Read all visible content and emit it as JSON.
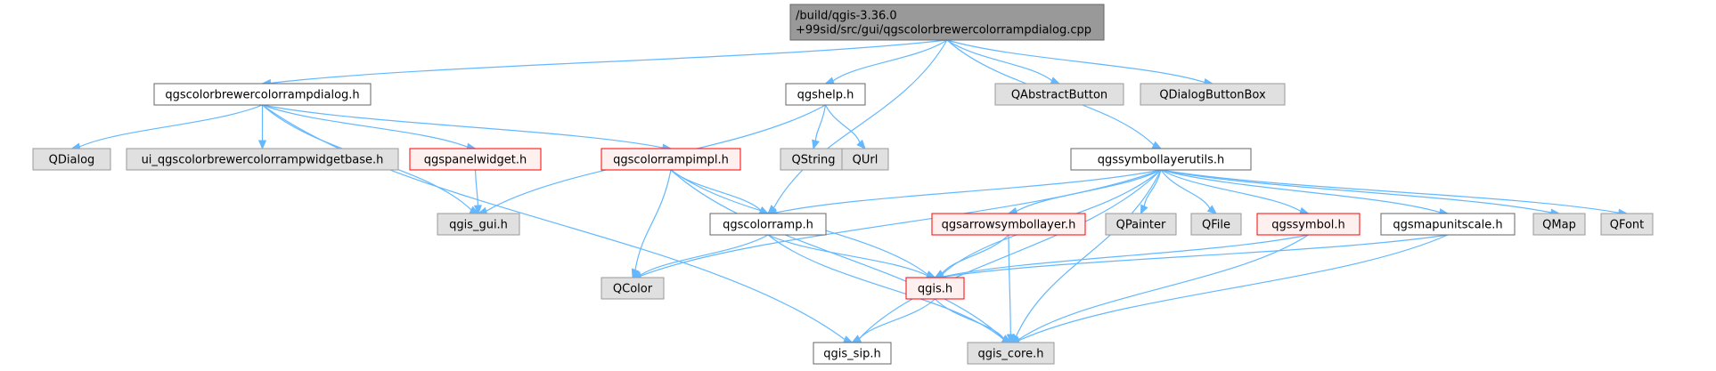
{
  "graph": {
    "colors": {
      "edge": "#63b8ff",
      "root_fill": "#999999",
      "root_border": "#666666",
      "local_fill": "#ffffff",
      "local_border": "#666666",
      "external_fill": "#e0e0e0",
      "external_border": "#999999",
      "truncated_fill": "#fff0f0",
      "truncated_border": "#ff0000"
    },
    "nodes": {
      "root": {
        "lines": [
          "/build/qgis-3.36.0",
          "+99sid/src/gui/qgscolorbrewercolorrampdialog.cpp"
        ],
        "kind": "root"
      },
      "dialog_h": {
        "lines": [
          "qgscolorbrewercolorrampdialog.h"
        ],
        "kind": "local"
      },
      "qgshelp": {
        "lines": [
          "qgshelp.h"
        ],
        "kind": "local"
      },
      "qabstractbutton": {
        "lines": [
          "QAbstractButton"
        ],
        "kind": "external"
      },
      "qdialogbuttonbox": {
        "lines": [
          "QDialogButtonBox"
        ],
        "kind": "external"
      },
      "symlayerutils": {
        "lines": [
          "qgssymbollayerutils.h"
        ],
        "kind": "local"
      },
      "qdialog": {
        "lines": [
          "QDialog"
        ],
        "kind": "external"
      },
      "ui_widgetbase": {
        "lines": [
          "ui_qgscolorbrewercolorrampwidgetbase.h"
        ],
        "kind": "external"
      },
      "panelwidget": {
        "lines": [
          "qgspanelwidget.h"
        ],
        "kind": "truncated"
      },
      "colorrampimpl": {
        "lines": [
          "qgscolorrampimpl.h"
        ],
        "kind": "truncated"
      },
      "qstring": {
        "lines": [
          "QString"
        ],
        "kind": "external"
      },
      "qurl": {
        "lines": [
          "QUrl"
        ],
        "kind": "external"
      },
      "qgis_gui": {
        "lines": [
          "qgis_gui.h"
        ],
        "kind": "external"
      },
      "colorramp": {
        "lines": [
          "qgscolorramp.h"
        ],
        "kind": "local"
      },
      "arrowsymlayer": {
        "lines": [
          "qgsarrowsymbollayer.h"
        ],
        "kind": "truncated"
      },
      "qpainter": {
        "lines": [
          "QPainter"
        ],
        "kind": "external"
      },
      "qfile": {
        "lines": [
          "QFile"
        ],
        "kind": "external"
      },
      "qgssymbol": {
        "lines": [
          "qgssymbol.h"
        ],
        "kind": "truncated"
      },
      "mapunitscale": {
        "lines": [
          "qgsmapunitscale.h"
        ],
        "kind": "local"
      },
      "qmap": {
        "lines": [
          "QMap"
        ],
        "kind": "external"
      },
      "qfont": {
        "lines": [
          "QFont"
        ],
        "kind": "external"
      },
      "qcolor": {
        "lines": [
          "QColor"
        ],
        "kind": "external"
      },
      "qgis_h": {
        "lines": [
          "qgis.h"
        ],
        "kind": "truncated"
      },
      "qgis_sip": {
        "lines": [
          "qgis_sip.h"
        ],
        "kind": "local"
      },
      "qgis_core": {
        "lines": [
          "qgis_core.h"
        ],
        "kind": "external"
      }
    },
    "edges": [
      [
        "root",
        "dialog_h"
      ],
      [
        "root",
        "qgshelp"
      ],
      [
        "root",
        "qabstractbutton"
      ],
      [
        "root",
        "qdialogbuttonbox"
      ],
      [
        "root",
        "symlayerutils"
      ],
      [
        "root",
        "colorramp"
      ],
      [
        "dialog_h",
        "qdialog"
      ],
      [
        "dialog_h",
        "ui_widgetbase"
      ],
      [
        "dialog_h",
        "panelwidget"
      ],
      [
        "dialog_h",
        "colorrampimpl"
      ],
      [
        "dialog_h",
        "qgis_gui"
      ],
      [
        "dialog_h",
        "qgis_sip"
      ],
      [
        "qgshelp",
        "qstring"
      ],
      [
        "qgshelp",
        "qurl"
      ],
      [
        "qgshelp",
        "qgis_gui"
      ],
      [
        "panelwidget",
        "qgis_gui"
      ],
      [
        "colorrampimpl",
        "colorramp"
      ],
      [
        "colorrampimpl",
        "qcolor"
      ],
      [
        "colorrampimpl",
        "qgis_h"
      ],
      [
        "colorrampimpl",
        "qgis_core"
      ],
      [
        "colorramp",
        "qcolor"
      ],
      [
        "colorramp",
        "qgis_h"
      ],
      [
        "colorramp",
        "qgis_core"
      ],
      [
        "symlayerutils",
        "colorramp"
      ],
      [
        "symlayerutils",
        "arrowsymlayer"
      ],
      [
        "symlayerutils",
        "qpainter"
      ],
      [
        "symlayerutils",
        "qfile"
      ],
      [
        "symlayerutils",
        "qgssymbol"
      ],
      [
        "symlayerutils",
        "mapunitscale"
      ],
      [
        "symlayerutils",
        "qmap"
      ],
      [
        "symlayerutils",
        "qfont"
      ],
      [
        "symlayerutils",
        "qcolor"
      ],
      [
        "symlayerutils",
        "qgis_h"
      ],
      [
        "symlayerutils",
        "qgis_sip"
      ],
      [
        "symlayerutils",
        "qgis_core"
      ],
      [
        "arrowsymlayer",
        "qgis_h"
      ],
      [
        "arrowsymlayer",
        "qgis_core"
      ],
      [
        "qgssymbol",
        "qgis_h"
      ],
      [
        "qgssymbol",
        "qgis_core"
      ],
      [
        "mapunitscale",
        "qgis_h"
      ],
      [
        "mapunitscale",
        "qgis_core"
      ],
      [
        "qgis_h",
        "qgis_sip"
      ],
      [
        "qgis_h",
        "qgis_core"
      ]
    ]
  }
}
